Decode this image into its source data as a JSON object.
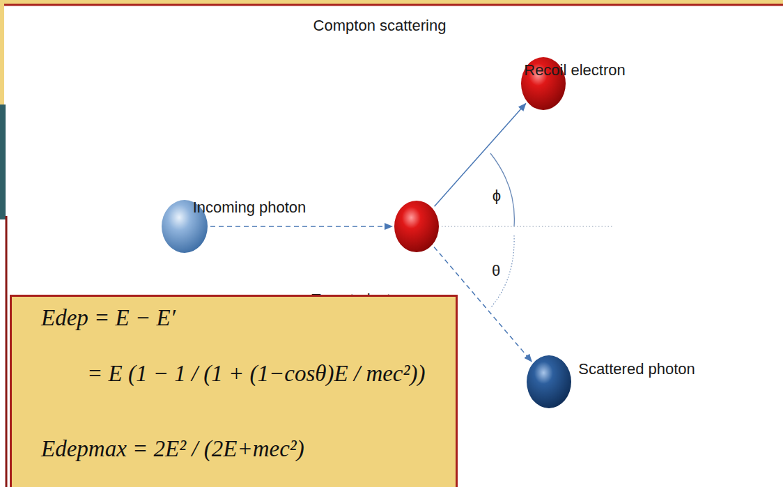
{
  "diagram": {
    "title": "Compton scattering",
    "nodes": [
      {
        "text": [
          "Incoming photon"
        ]
      },
      {
        "text": [
          "Target electron"
        ]
      },
      {
        "text": [
          "Recoil electron"
        ]
      },
      {
        "text": [
          "Scattered photon"
        ]
      },
      {
        "text": [
          "Edep = E − E′",
          "= E (1 − 1 / (1 + (1−cosθ)E / mec²))",
          "Edepmax = 2E² / (2E+mec²)"
        ]
      }
    ],
    "edges": [
      {
        "from": 0,
        "to": 1,
        "arrow": "to"
      },
      {
        "from": 1,
        "to": 2,
        "arrow": "to"
      },
      {
        "from": 1,
        "to": 3,
        "arrow": "to"
      }
    ],
    "labels": [
      "ϕ",
      "θ"
    ]
  }
}
